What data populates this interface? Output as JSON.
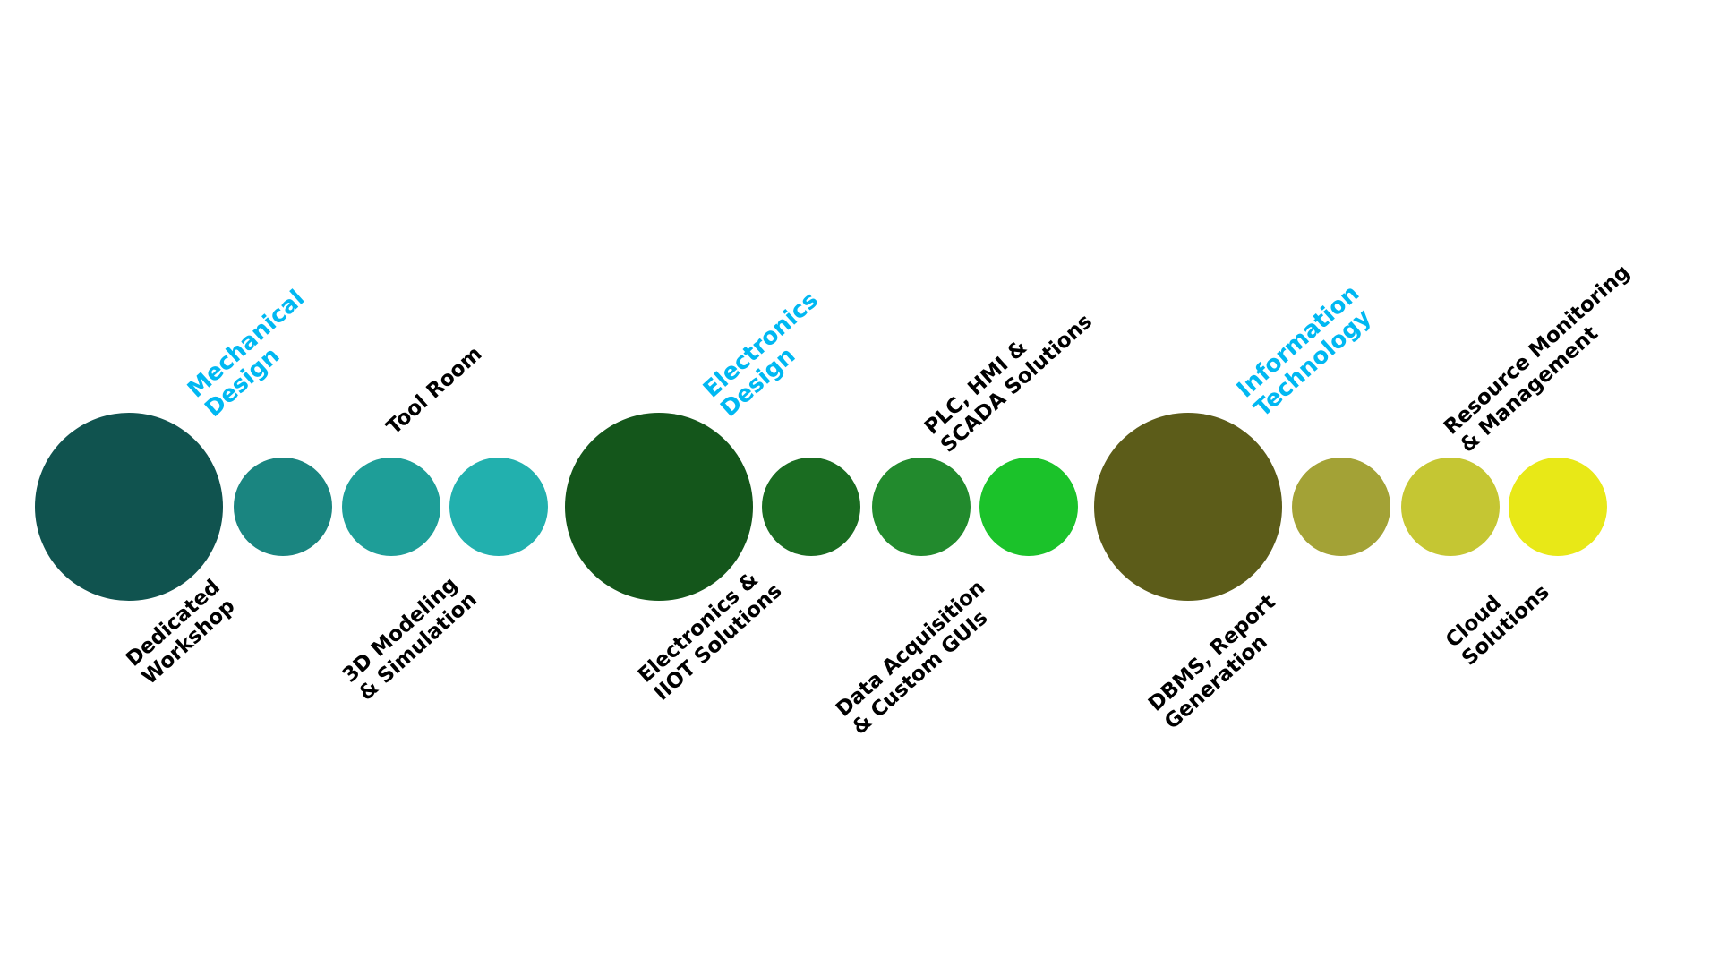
{
  "groups": [
    {
      "title": [
        "Mechanical",
        "Design"
      ],
      "colors": [
        "#10534f",
        "#1a8580",
        "#1e9e98",
        "#22b0ae"
      ],
      "labels": {
        "dedicated": [
          "Dedicated",
          "Workshop"
        ],
        "tool": [
          "Tool Room"
        ],
        "modeling": [
          "3D Modeling",
          "& Simulation"
        ]
      }
    },
    {
      "title": [
        "Electronics",
        "Design"
      ],
      "colors": [
        "#14561b",
        "#1a6c21",
        "#228a2d",
        "#1bc22a"
      ],
      "labels": {
        "iiot": [
          "Electronics &",
          "IIOT Solutions"
        ],
        "plc": [
          "PLC, HMI &",
          "SCADA Solutions"
        ],
        "daq": [
          "Data Acquisition",
          "& Custom GUIs"
        ]
      }
    },
    {
      "title": [
        "Information",
        "Technology"
      ],
      "colors": [
        "#5c5c19",
        "#a3a236",
        "#c5c633",
        "#e8e817"
      ],
      "labels": {
        "dbms": [
          "DBMS, Report",
          "Generation"
        ],
        "resource": [
          "Resource Monitoring",
          "& Management"
        ],
        "cloud": [
          "Cloud",
          "Solutions"
        ]
      }
    }
  ],
  "accent": "#00b8f2"
}
